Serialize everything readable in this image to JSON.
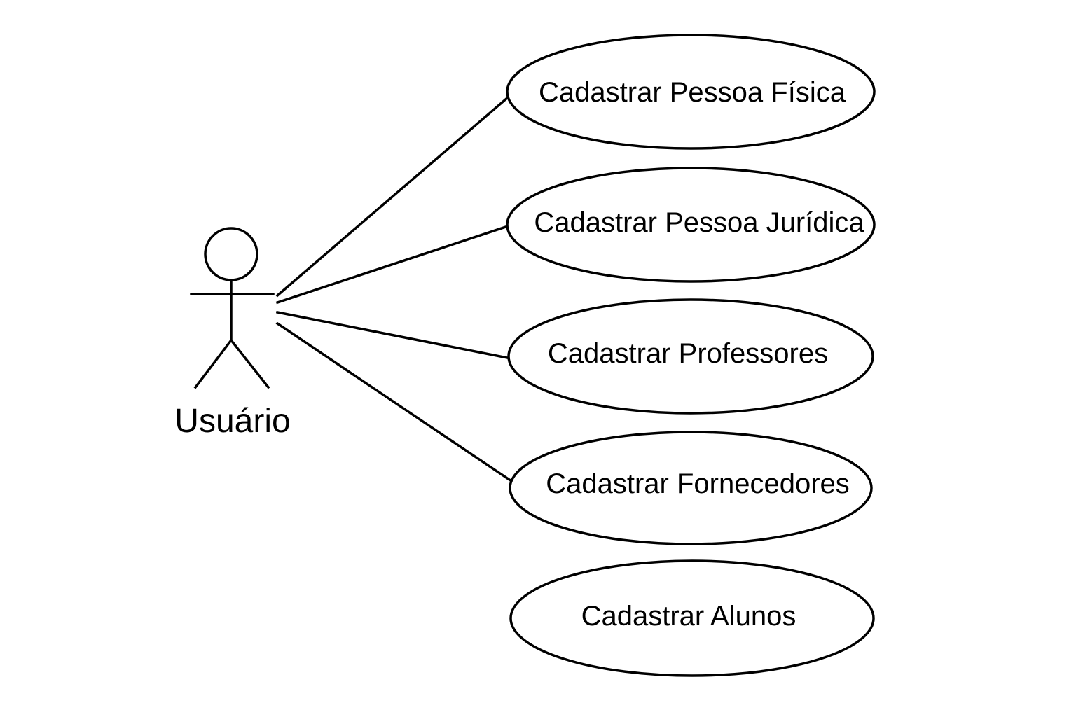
{
  "actor": {
    "name": "Usuário"
  },
  "use_cases": [
    {
      "label": "Cadastrar Pessoa Física"
    },
    {
      "label": "Cadastrar Pessoa Jurídica"
    },
    {
      "label": "Cadastrar Professores"
    },
    {
      "label": "Cadastrar Fornecedores"
    },
    {
      "label": "Cadastrar Alunos"
    }
  ],
  "associations": [
    {
      "from": "actor",
      "to": 0
    },
    {
      "from": "actor",
      "to": 1
    },
    {
      "from": "actor",
      "to": 2
    },
    {
      "from": "actor",
      "to": 3
    }
  ]
}
